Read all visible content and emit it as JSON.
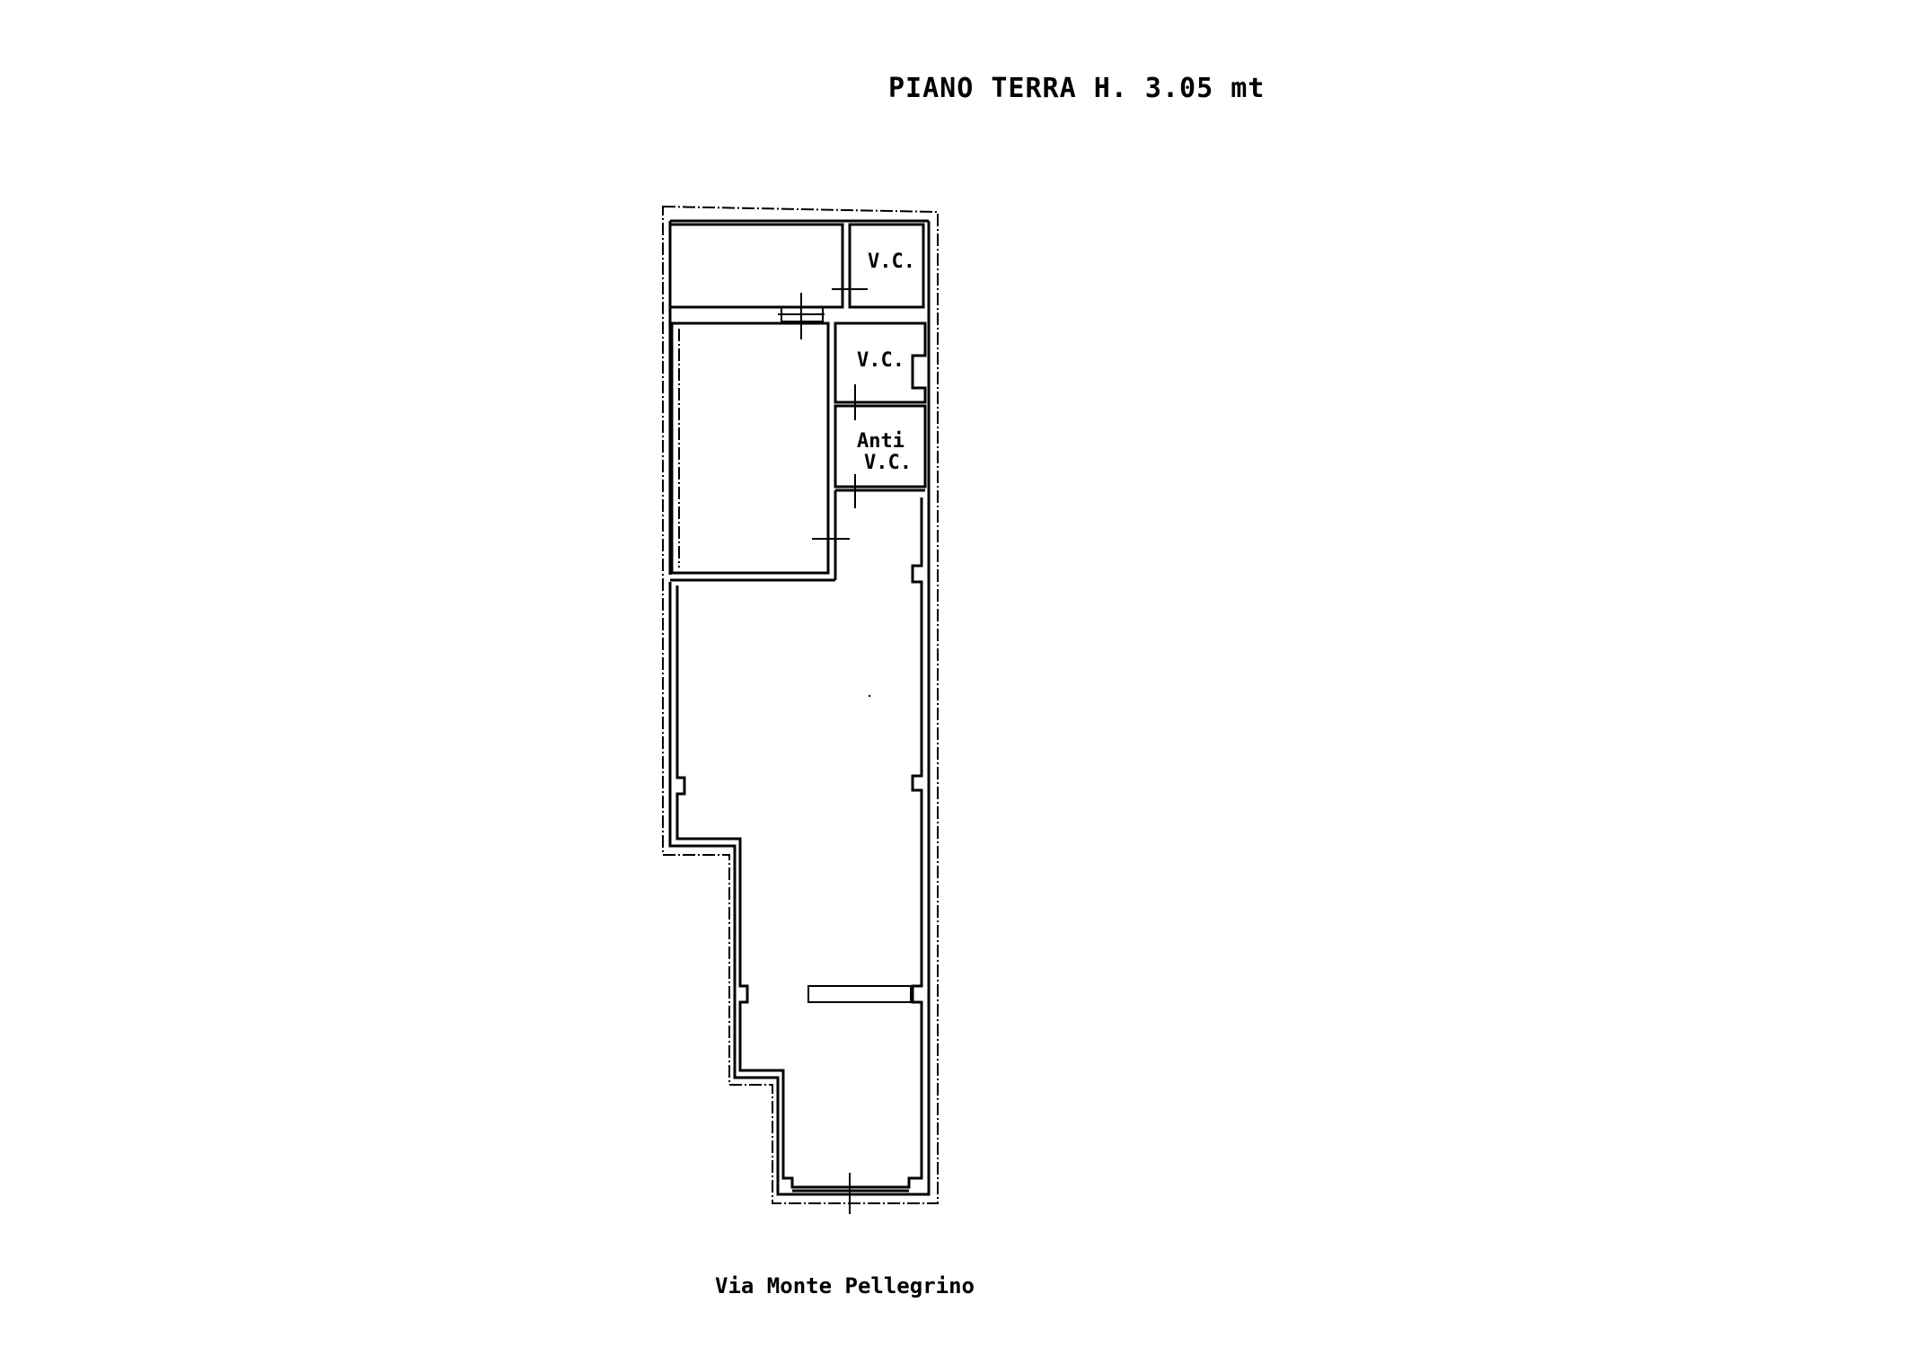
{
  "title": "PIANO TERRA H. 3.05 mt",
  "street": "Via Monte Pellegrino",
  "rooms": {
    "wc_top": "V.C.",
    "wc_middle": "V.C.",
    "anti_wc_line1": "Anti",
    "anti_wc_line2": "V.C."
  }
}
